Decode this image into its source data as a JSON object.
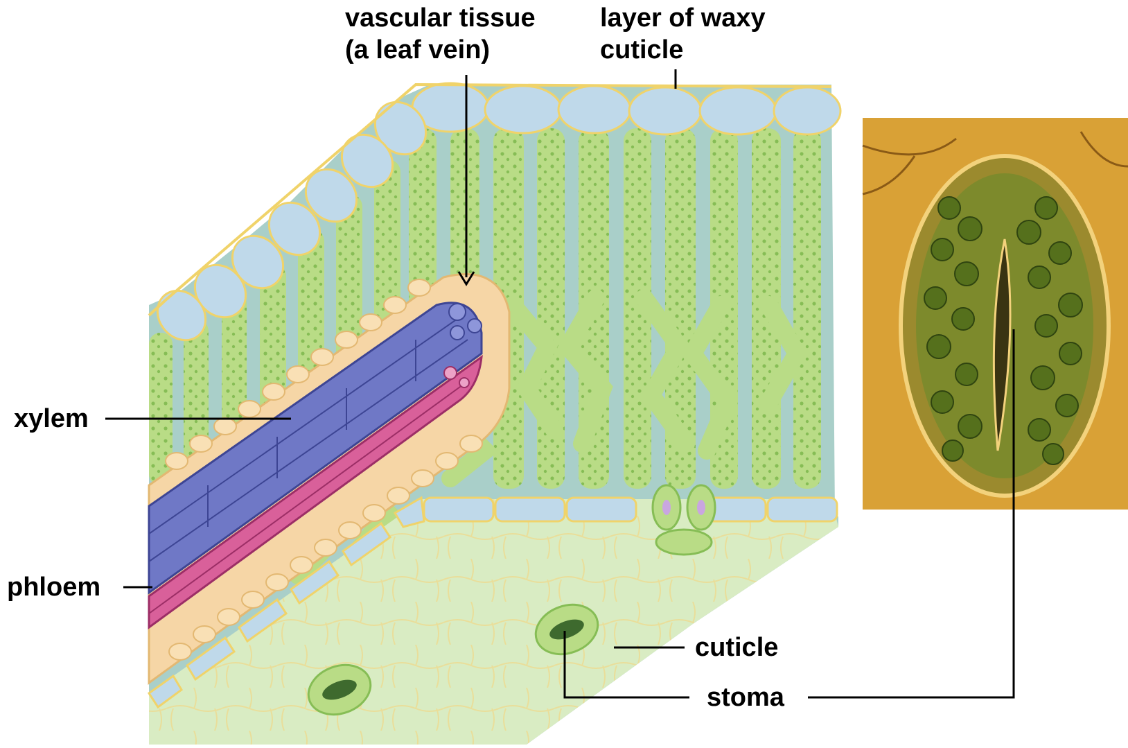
{
  "labels": {
    "vascular_tissue_line1": "vascular tissue",
    "vascular_tissue_line2": "(a leaf vein)",
    "waxy_cuticle_line1": "layer of waxy",
    "waxy_cuticle_line2": "cuticle",
    "xylem": "xylem",
    "phloem": "phloem",
    "cuticle": "cuticle",
    "stoma": "stoma"
  },
  "colors": {
    "epidermis": "#bfd9ea",
    "cuticle_edge": "#f0d36a",
    "mesophyll": "#b9dc86",
    "mesophyll_dots": "#86bd55",
    "leaf_interior": "#a9cfc9",
    "bundle_sheath": "#f6d6a6",
    "xylem": "#6f78c6",
    "phloem": "#d9609a",
    "lower_surface": "#d9ecc3",
    "micrograph_bg": "#d49a2a",
    "guard_cell": "#7d8a2c",
    "chloroplast": "#55701c"
  }
}
